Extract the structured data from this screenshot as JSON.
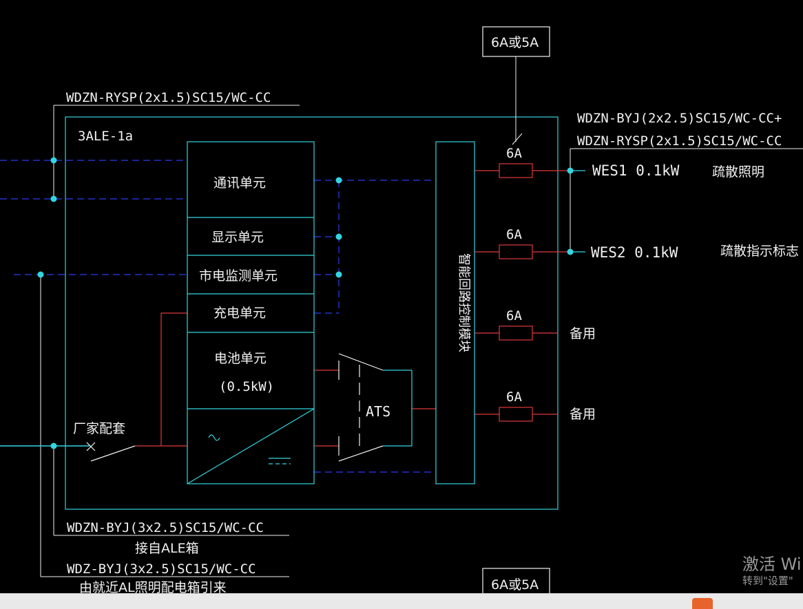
{
  "diagram": {
    "panel_id": "3ALE-1a",
    "cable_top_left": "WDZN-RYSP(2x1.5)SC15/WC-CC",
    "cable_right_1": "WDZN-BYJ(2x2.5)SC15/WC-CC+",
    "cable_right_2": "WDZN-RYSP(2x1.5)SC15/WC-CC",
    "breaker_top_box": "6A或5A",
    "breaker_bottom_box": "6A或5A",
    "units": {
      "comm": "通讯单元",
      "display": "显示单元",
      "mains": "市电监测单元",
      "charge": "充电单元",
      "battery": "电池单元",
      "battery_rating": "(0.5kW)"
    },
    "control_module": "智能回路控制模块",
    "ats": "ATS",
    "factory": "厂家配套",
    "fuse_rating": "6A",
    "circuits": [
      {
        "id": "WES1 0.1kW",
        "desc": "疏散照明"
      },
      {
        "id": "WES2 0.1kW",
        "desc": "疏散指示标志"
      },
      {
        "id": "",
        "desc": "备用"
      },
      {
        "id": "",
        "desc": "备用"
      }
    ],
    "feed_1_cable": "WDZN-BYJ(3x2.5)SC15/WC-CC",
    "feed_1_note": "接自ALE箱",
    "feed_2_cable": "WDZ-BYJ(3x2.5)SC15/WC-CC",
    "feed_2_note": "由就近AL照明配电箱引来",
    "colors": {
      "frame": "#33d6e0",
      "power": "#e03a3a",
      "signal": "#2233cc",
      "text": "#f2f2f2"
    }
  },
  "watermark": {
    "line1": "激活 Wi",
    "line2": "转到\"设置\""
  }
}
